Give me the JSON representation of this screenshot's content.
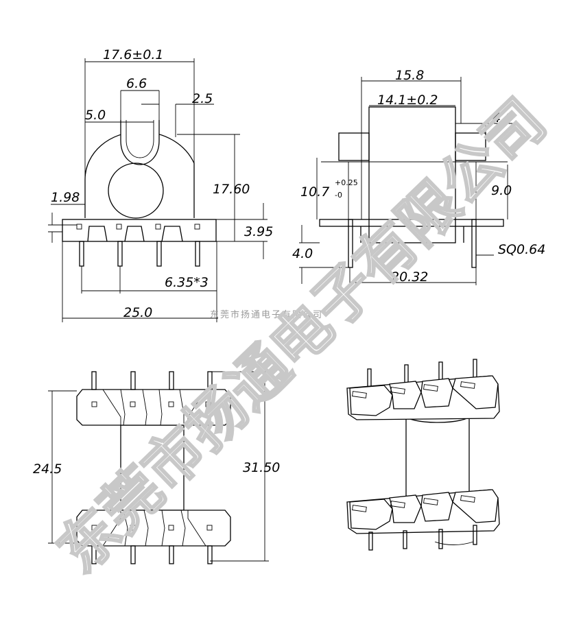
{
  "dimensions": {
    "top_width": "17.6±0.1",
    "slot_width": "6.6",
    "wall": "2.5",
    "inner": "5.0",
    "height_main": "17.60",
    "flange_offset": "1.98",
    "flange_height": "3.95",
    "pin_pitch": "6.35*3",
    "base_width": "25.0",
    "side_outer": "15.8",
    "side_inner": "14.1±0.2",
    "side_small": "4.0",
    "side_height_main": "10.7",
    "side_height_tol_upper": "+0.25",
    "side_height_tol_lower": "-0",
    "side_height_right": "9.0",
    "pin_length": "4.0",
    "pin_size": "SQ0.64",
    "row_spacing": "20.32",
    "bottom_inner": "24.5",
    "bottom_outer": "31.50"
  },
  "company_caption": "东莞市扬通电子有限公司",
  "watermark": "东莞市扬通电子有限公司"
}
